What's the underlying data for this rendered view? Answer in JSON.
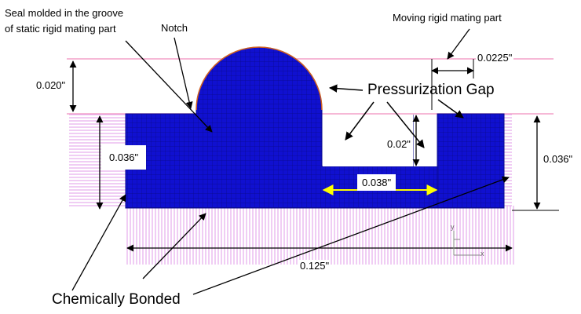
{
  "labels": {
    "seal_line1": "Seal molded in the groove",
    "seal_line2": "of static rigid mating part",
    "notch": "Notch",
    "moving_part": "Moving rigid mating part",
    "pressurization_gap": "Pressurization Gap",
    "chemically_bonded": "Chemically Bonded"
  },
  "dimensions": {
    "gap_height": "0.020\"",
    "part_offset": "0.0225\"",
    "seal_height_left": "0.036\"",
    "seal_height_right": "0.036\"",
    "groove_width": "0.038\"",
    "groove_depth": "0.02\"",
    "total_width": "0.125\""
  },
  "axes": {
    "y": "y",
    "x": "x"
  },
  "colors": {
    "mesh_fill": "#1010d0",
    "mesh_line": "#0a0a8a",
    "surface": "#e29be8",
    "contact_line": "#f4a0c8",
    "arc_edge": "#d06020",
    "groove_dim": "#ffff00"
  }
}
